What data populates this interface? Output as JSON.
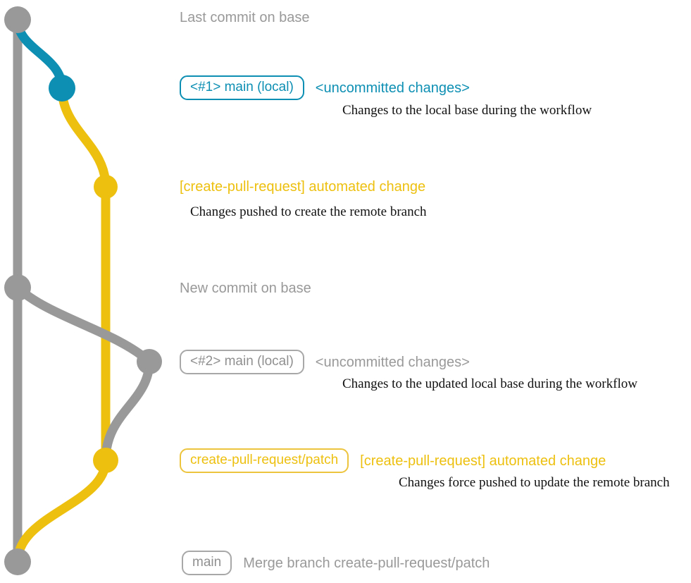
{
  "meta": {
    "title": "Git branch graph - create-pull-request workflow",
    "colors": {
      "base_gray": "#999999",
      "local_blue": "#0d8fb3",
      "remote_yellow": "#edc010",
      "pill_yellow_border": "#edc43e",
      "description_text": "#111111",
      "background": "#ffffff"
    }
  },
  "commits": [
    {
      "id": "last-commit-on-base",
      "node_color": "#999999",
      "badge": null,
      "subject": "Last commit on base",
      "subject_color": "gray",
      "description": null
    },
    {
      "id": "local-change-1",
      "node_color": "#0d8fb3",
      "badge": "<#1> main (local)",
      "badge_color": "blue",
      "subject": "<uncommitted changes>",
      "subject_color": "blue",
      "description": "Changes to the local base during the workflow"
    },
    {
      "id": "automated-change-1",
      "node_color": "#edc010",
      "badge": null,
      "subject": "[create-pull-request] automated change",
      "subject_color": "yellow",
      "description": "Changes pushed to create the remote branch"
    },
    {
      "id": "new-commit-on-base",
      "node_color": "#999999",
      "badge": null,
      "subject": "New commit on base",
      "subject_color": "gray",
      "description": null
    },
    {
      "id": "local-change-2",
      "node_color": "#999999",
      "badge": "<#2> main (local)",
      "badge_color": "gray",
      "subject": "<uncommitted changes>",
      "subject_color": "gray",
      "description": "Changes to the updated local base during the workflow"
    },
    {
      "id": "automated-change-2",
      "node_color": "#edc010",
      "badge": "create-pull-request/patch",
      "badge_color": "yellow",
      "subject": "[create-pull-request] automated change",
      "subject_color": "yellow",
      "description": "Changes force pushed to update the remote branch"
    },
    {
      "id": "merge-commit",
      "node_color": "#999999",
      "badge": "main",
      "badge_color": "gray",
      "subject": "Merge branch create-pull-request/patch",
      "subject_color": "gray",
      "description": null
    }
  ]
}
